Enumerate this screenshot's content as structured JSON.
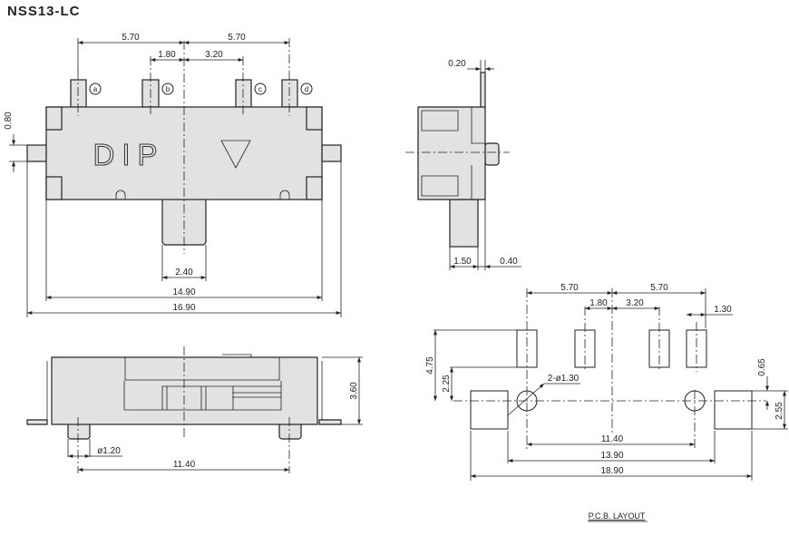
{
  "title": "NSS13-LC",
  "top_view": {
    "dims": {
      "pitch_left": "5.70",
      "pitch_right": "5.70",
      "inner_left": "1.80",
      "inner_right": "3.20",
      "lever_width": "2.40",
      "body_length": "14.90",
      "overall_length": "16.90",
      "pin_height": "0.80"
    },
    "pin_labels": [
      "a",
      "b",
      "c",
      "d"
    ],
    "marking": "DIP"
  },
  "side_view": {
    "dims": {
      "tab_thickness": "0.20",
      "lever_depth": "1.50",
      "offset": "0.40"
    }
  },
  "front_view": {
    "dims": {
      "post_diameter": "ø1.20",
      "post_pitch": "11.40",
      "height": "3.60"
    }
  },
  "pcb_layout": {
    "title": "P.C.B. LAYOUT",
    "dims": {
      "pitch_left": "5.70",
      "pitch_right": "5.70",
      "inner_left": "1.80",
      "inner_right": "3.20",
      "pad_width": "1.30",
      "row_spacing": "4.75",
      "pad_offset": "2.25",
      "hole_note": "2-ø1.30",
      "big_pad_offset": "0.65",
      "big_pad_height": "2.55",
      "hole_pitch": "11.40",
      "inner_span": "13.90",
      "outer_span": "18.90"
    }
  }
}
